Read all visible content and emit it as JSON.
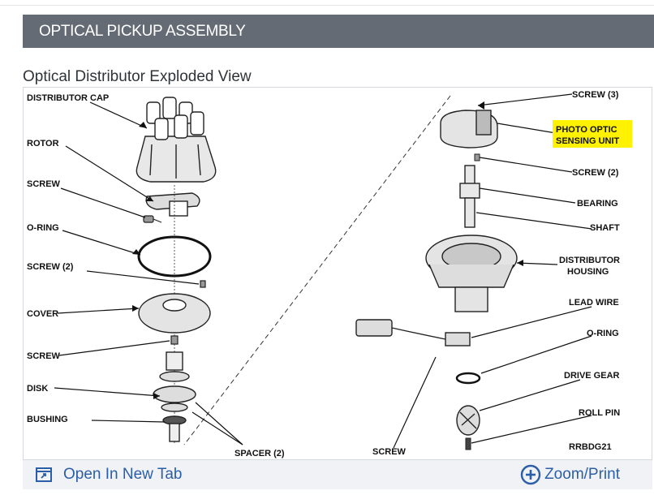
{
  "header": {
    "title": "OPTICAL PICKUP ASSEMBLY"
  },
  "figure": {
    "caption": "Optical Distributor Exploded View",
    "code": "RRBDG21",
    "labels": {
      "distributor_cap": "DISTRIBUTOR CAP",
      "rotor": "ROTOR",
      "screw_left": "SCREW",
      "o_ring_left": "O-RING",
      "screw_2_left": "SCREW (2)",
      "cover": "COVER",
      "screw_lower_left": "SCREW",
      "disk": "DISK",
      "bushing": "BUSHING",
      "spacer": "SPACER (2)",
      "screw_center": "SCREW",
      "screw_3": "SCREW (3)",
      "photo_optic_1": "PHOTO OPTIC",
      "photo_optic_2": "SENSING UNIT",
      "screw_2_right": "SCREW (2)",
      "bearing": "BEARING",
      "shaft": "SHAFT",
      "housing_1": "DISTRIBUTOR",
      "housing_2": "HOUSING",
      "lead_wire": "LEAD WIRE",
      "o_ring_right": "O-RING",
      "drive_gear": "DRIVE GEAR",
      "roll_pin": "ROLL PIN"
    },
    "highlight_color": "#fff200"
  },
  "footer": {
    "open_tab_label": "Open In New Tab",
    "zoom_label": "Zoom/Print",
    "link_color": "#2b5ea8"
  }
}
